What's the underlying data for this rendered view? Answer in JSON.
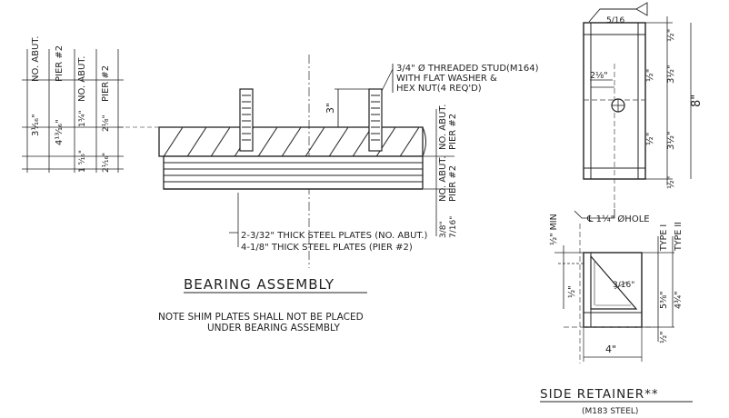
{
  "bearing": {
    "stud_note_1": "3/4\" Ø THREADED STUD(M164)",
    "stud_note_2": "WITH FLAT WASHER &",
    "stud_note_3": "HEX NUT(4 REQ'D)",
    "dim_3": "3\"",
    "left_dims": {
      "d1": "3¹⁄₁₆\"",
      "d1_label": "NO. ABUT.",
      "d2": "4¹³⁄₁₆\"",
      "d2_label": "PIER #2",
      "d3a": "1 ⁵⁄₁₆\"",
      "d3b": "1¾\"",
      "d3_label": "NO. ABUT.",
      "d4a": "2¹⁄₁₆\"",
      "d4b": "2¹⁄₈\"",
      "d4_label": "PIER #2"
    },
    "right_labels": {
      "r1": "NO. ABUT.",
      "r2": "PIER #2",
      "r3": "NO. ABUT.",
      "r4": "PIER #2",
      "r5": "3/8\"",
      "r6": "7/16\""
    },
    "plates_note_1": "2-3/32\" THICK STEEL PLATES (NO. ABUT.)",
    "plates_note_2": "4-1/8\" THICK STEEL PLATES (PIER #2)",
    "title": "BEARING ASSEMBLY",
    "note_1": "NOTE SHIM PLATES SHALL NOT BE PLACED",
    "note_2": "UNDER BEARING ASSEMBLY"
  },
  "plate_view": {
    "weld": "5/16",
    "dim_2_1_8": "2⅛\"",
    "dim_half_top": "½\"",
    "dim_half_a": "½\"",
    "dim_half_b": "½\"",
    "dim_3_half_a": "3½\"",
    "dim_3_half_b": "3½\"",
    "dim_half_bottom": "½\"",
    "dim_8": "8\"",
    "hole_note": "℄ 1¼\" ØHOLE"
  },
  "retainer": {
    "half_min": "½\" MIN",
    "type_1": "TYPE I",
    "type_2": "TYPE II",
    "dim_half_left": "½\"",
    "weld": "3/16\"",
    "dim_5_3_8": "5⅜\"",
    "dim_4_3_4": "4¾\"",
    "dim_half_right": "½\"",
    "dim_4": "4\"",
    "title": "SIDE RETAINER**",
    "subtitle": "(M183 STEEL)"
  }
}
